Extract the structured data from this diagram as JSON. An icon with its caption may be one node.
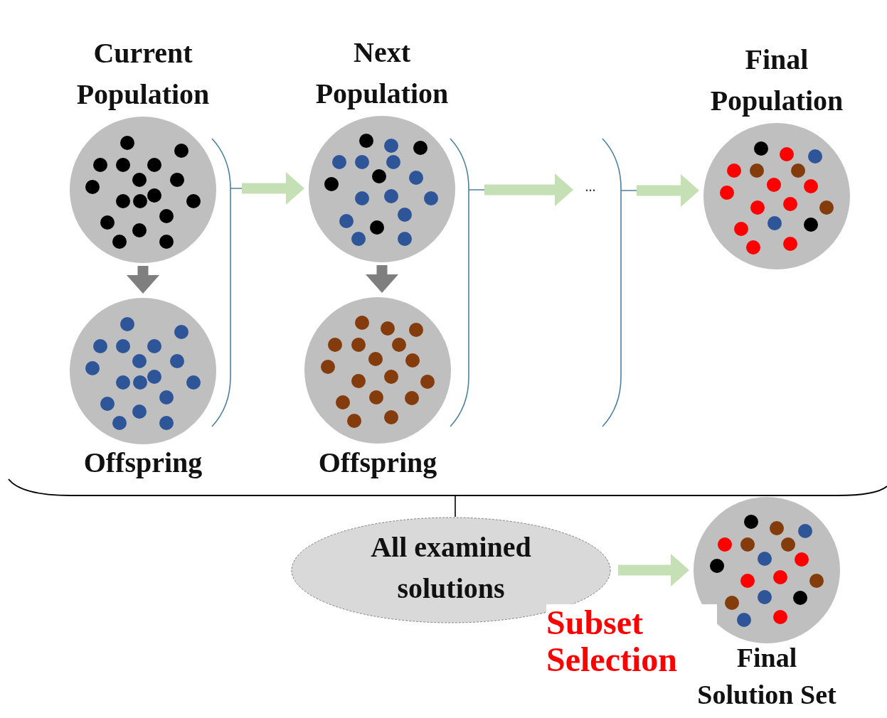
{
  "diagram": {
    "nodes": [
      {
        "text": [
          "Current Population"
        ]
      },
      {
        "text": [
          "Offspring"
        ]
      },
      {
        "text": [],
        "shape": "bracket"
      },
      {
        "text": [
          "Next Population"
        ]
      },
      {
        "text": [
          "Offspring"
        ]
      },
      {
        "text": [],
        "shape": "bracket"
      },
      {
        "text": [
          "..."
        ]
      },
      {
        "text": [],
        "shape": "bracket"
      },
      {
        "text": [
          "Final Population"
        ]
      },
      {
        "text": [],
        "shape": "bracket"
      },
      {
        "text": [
          "All examined solutions"
        ]
      },
      {
        "text": [
          "Final Solution Set"
        ]
      }
    ],
    "edges": [
      {
        "from": 0,
        "to": 1,
        "arrow": "to",
        "color": "#7f7f7f"
      },
      {
        "from": 3,
        "to": 4,
        "arrow": "to",
        "color": "#7f7f7f"
      },
      {
        "from": 2,
        "to": 3,
        "arrow": "to"
      },
      {
        "from": 5,
        "to": 6,
        "arrow": "to"
      },
      {
        "from": 7,
        "to": 8,
        "arrow": "to"
      },
      {
        "from": 9,
        "to": 10,
        "arrow": "none",
        "color": "#000000"
      },
      {
        "from": 10,
        "to": 11,
        "arrow": "to",
        "label": "Subset Selection"
      }
    ]
  }
}
